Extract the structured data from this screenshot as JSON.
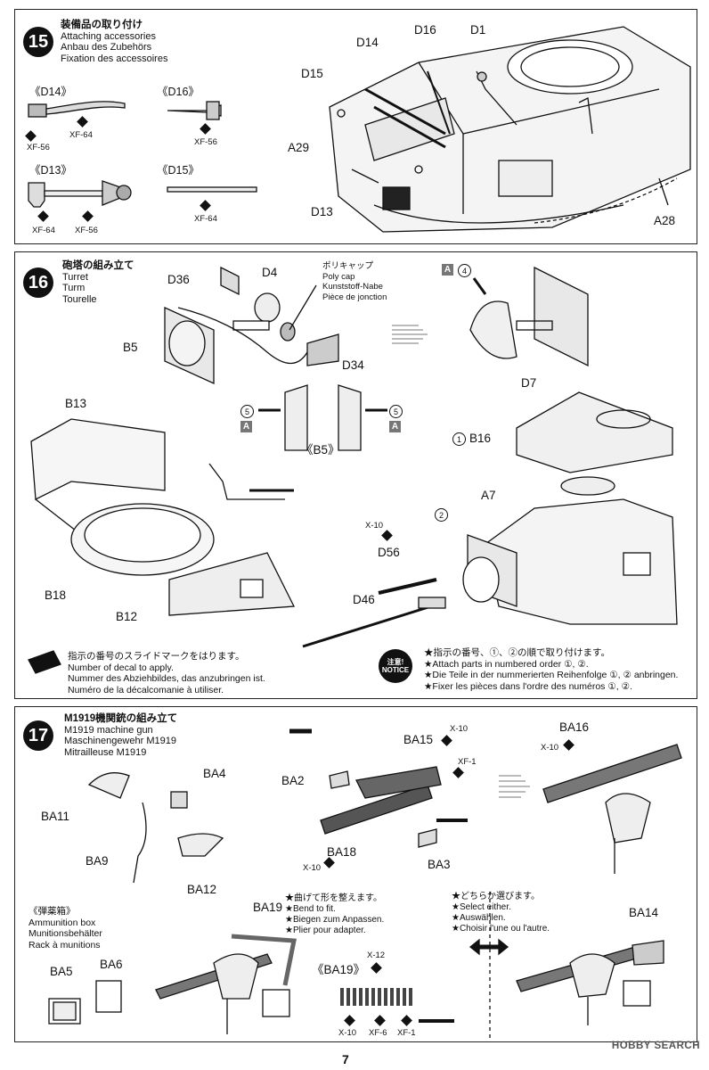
{
  "steps": [
    {
      "number": "15",
      "title_jp": "装備品の取り付け",
      "title_en": "Attaching accessories",
      "title_de": "Anbau des Zubehörs",
      "title_fr": "Fixation des accessoires"
    },
    {
      "number": "16",
      "title_jp": "砲塔の組み立て",
      "title_en": "Turret",
      "title_de": "Turm",
      "title_fr": "Tourelle"
    },
    {
      "number": "17",
      "title_jp": "M1919機関銃の組み立て",
      "title_en": "M1919 machine gun",
      "title_de": "Maschinengewehr M1919",
      "title_fr": "Mitrailleuse M1919"
    }
  ],
  "step15": {
    "sub_d14": "《D14》",
    "sub_d16": "《D16》",
    "sub_d13": "《D13》",
    "sub_d15": "《D15》",
    "paint_xf56_a": "XF-56",
    "paint_xf64_a": "XF-64",
    "paint_xf56_b": "XF-56",
    "paint_xf64_b": "XF-64",
    "paint_xf56_c": "XF-56",
    "paint_xf64_c": "XF-64",
    "labels": {
      "d14": "D14",
      "d16": "D16",
      "d1": "D1",
      "d15": "D15",
      "a29": "A29",
      "d13": "D13",
      "a28": "A28"
    }
  },
  "step16": {
    "labels": {
      "d36": "D36",
      "d4": "D4",
      "b5": "B5",
      "d34": "D34",
      "d7": "D7",
      "b13": "B13",
      "b16": "B16",
      "a7": "A7",
      "d56": "D56",
      "d46": "D46",
      "b18": "B18",
      "b12": "B12",
      "sub_b5": "《B5》",
      "x10": "X-10"
    },
    "polycap": [
      "ポリキャップ",
      "Poly cap",
      "Kunststoff-Nabe",
      "Pièce de jonction"
    ],
    "decal_a": "A",
    "decal_4": "4",
    "decal_5": "5",
    "circle_1": "1",
    "circle_2": "2",
    "decal_note": [
      "指示の番号のスライドマークをはります。",
      "Number of decal to apply.",
      "Nummer des Abziehbildes, das anzubringen ist.",
      "Numéro de la décalcomanie à utiliser."
    ],
    "notice_jp": "注意!",
    "notice_en": "NOTICE",
    "order_note": [
      "★指示の番号、①、②の順で取り付けます。",
      "★Attach parts in numbered order ①, ②.",
      "★Die Teile in der nummerierten Reihenfolge ①, ② anbringen.",
      "★Fixer les pièces dans l'ordre des numéros ①, ②."
    ]
  },
  "step17": {
    "labels": {
      "ba4": "BA4",
      "ba11": "BA11",
      "ba9": "BA9",
      "ba12": "BA12",
      "ba15": "BA15",
      "ba2": "BA2",
      "ba18": "BA18",
      "ba3": "BA3",
      "ba16": "BA16",
      "ba19": "BA19",
      "ba19_sub": "《BA19》",
      "ba5": "BA5",
      "ba6": "BA6",
      "ba14": "BA14"
    },
    "paints": {
      "x10_a": "X-10",
      "xf1": "XF-1",
      "x10_b": "X-10",
      "x10_c": "X-10",
      "x12": "X-12",
      "x10_d": "X-10",
      "xf6": "XF-6",
      "xf1_b": "XF-1"
    },
    "ammo": [
      "《弾薬箱》",
      "Ammunition box",
      "Munitionsbehälter",
      "Rack à munitions"
    ],
    "bend": [
      "★曲げて形を整えます。",
      "★Bend to fit.",
      "★Biegen zum Anpassen.",
      "★Plier pour adapter."
    ],
    "select": [
      "★どちらか選びます。",
      "★Select either.",
      "★Auswählen.",
      "★Choisir l'une ou l'autre."
    ]
  },
  "footer": {
    "page": "7",
    "watermark": "HOBBY SEARCH"
  }
}
